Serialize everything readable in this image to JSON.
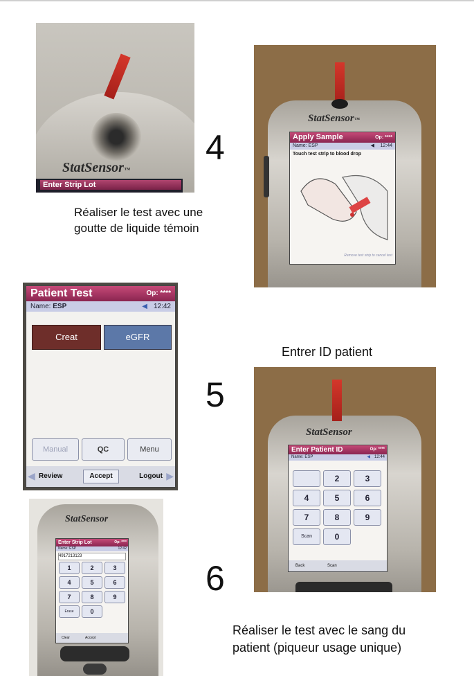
{
  "steps": {
    "four": "4",
    "five": "5",
    "six": "6"
  },
  "captions": {
    "control_line1": "Réaliser le test avec une",
    "control_line2": "goutte de liquide témoin",
    "enter_id": "Entrer ID patient",
    "blood_line1": "Réaliser le test avec le sang du",
    "blood_line2": "patient (piqueur usage unique)"
  },
  "device": {
    "brand": "StatSensor",
    "tm": "™"
  },
  "photo1": {
    "screen_title": "Enter Strip Lot"
  },
  "apply_sample": {
    "title": "Apply Sample",
    "op": "Op: ****",
    "name": "Name: ESP",
    "time": "12:44",
    "instruction": "Touch test strip to blood drop",
    "cancel_hint": "Remove test strip to cancel test"
  },
  "patient_test": {
    "title": "Patient Test",
    "op": "Op: ****",
    "name_label": "Name: ",
    "name_value": "ESP",
    "time": "12:42",
    "creat": "Creat",
    "egfr": "eGFR",
    "manual": "Manual",
    "qc": "QC",
    "menu": "Menu",
    "review": "Review",
    "accept": "Accept",
    "logout": "Logout"
  },
  "enter_patient_id": {
    "title": "Enter Patient ID",
    "op": "Op: ****",
    "name": "Name: ESP",
    "time": "12:44",
    "keys": [
      "2",
      "3",
      "4",
      "5",
      "6",
      "7",
      "8",
      "9"
    ],
    "scan": "Scan",
    "zero": "0",
    "back": "Back",
    "scan_bottom": "Scan"
  },
  "enter_strip_lot": {
    "title": "Enter Strip Lot",
    "op": "Op: ****",
    "name": "Name: ESP",
    "time": "12:42",
    "lot_value": "4917213123",
    "keys": [
      "1",
      "2",
      "3",
      "4",
      "5",
      "6",
      "7",
      "8",
      "9"
    ],
    "erase": "Erase",
    "zero": "0",
    "clear": "Clear",
    "accept": "Accept"
  },
  "colors": {
    "arrow": "#e23b2a",
    "title_bar": "#a8305e",
    "name_bar": "#c9cde6",
    "creat_button": "#6e2e2a",
    "egfr_button": "#5c78a8"
  }
}
